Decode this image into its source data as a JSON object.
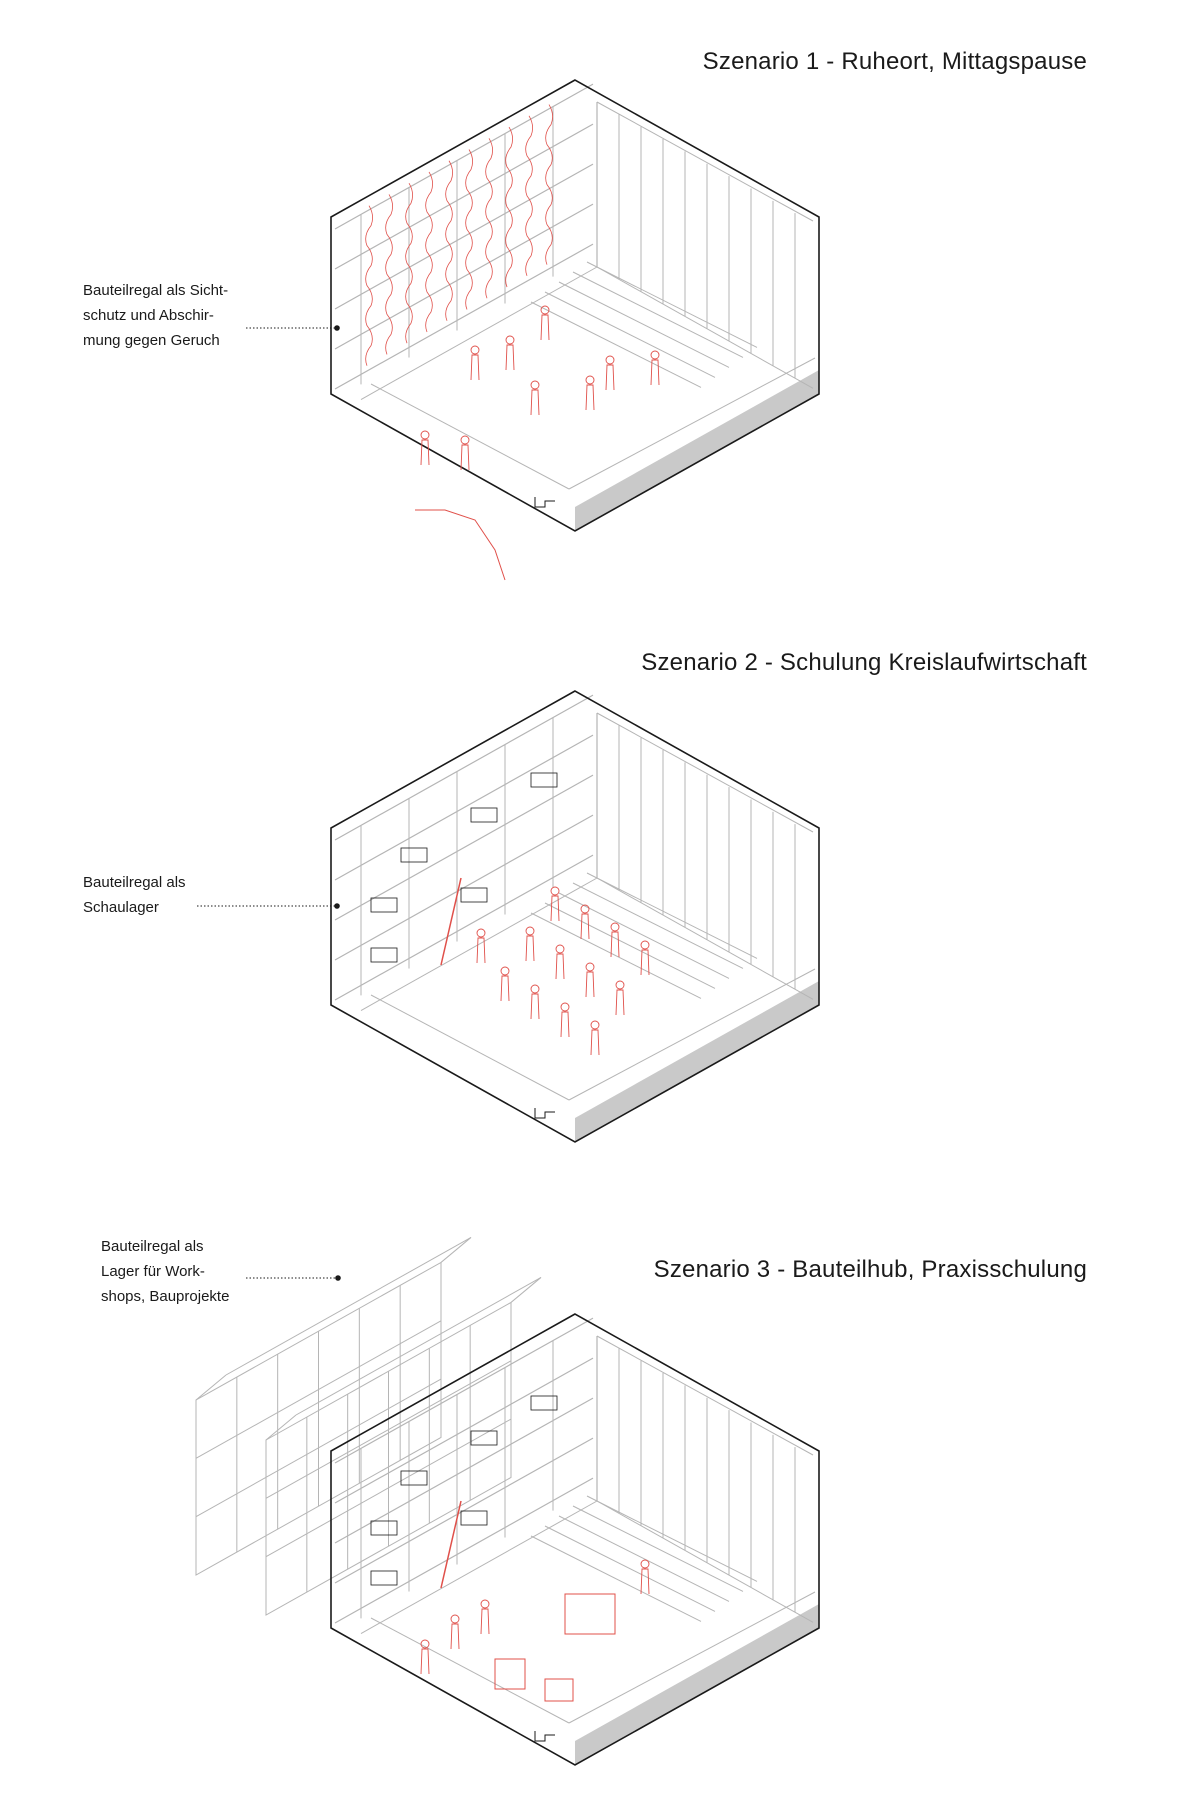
{
  "scenarios": [
    {
      "title": "Szenario 1 - Ruheort, Mittagspause",
      "annotation": [
        "Bauteilregal als Sicht-",
        "schutz und Abschir-",
        "mung gegen Geruch"
      ]
    },
    {
      "title": "Szenario 2 - Schulung Kreislaufwirtschaft",
      "annotation": [
        "Bauteilregal als",
        "Schaulager"
      ]
    },
    {
      "title": "Szenario 3 - Bauteilhub, Praxisschulung",
      "annotation": [
        "Bauteilregal als",
        "Lager für Work-",
        "shops, Bauprojekte"
      ]
    }
  ],
  "colors": {
    "line": "#1a1a1a",
    "light": "#b5b5b5",
    "accent": "#e0504a",
    "plinth": "#c9c9c9"
  }
}
